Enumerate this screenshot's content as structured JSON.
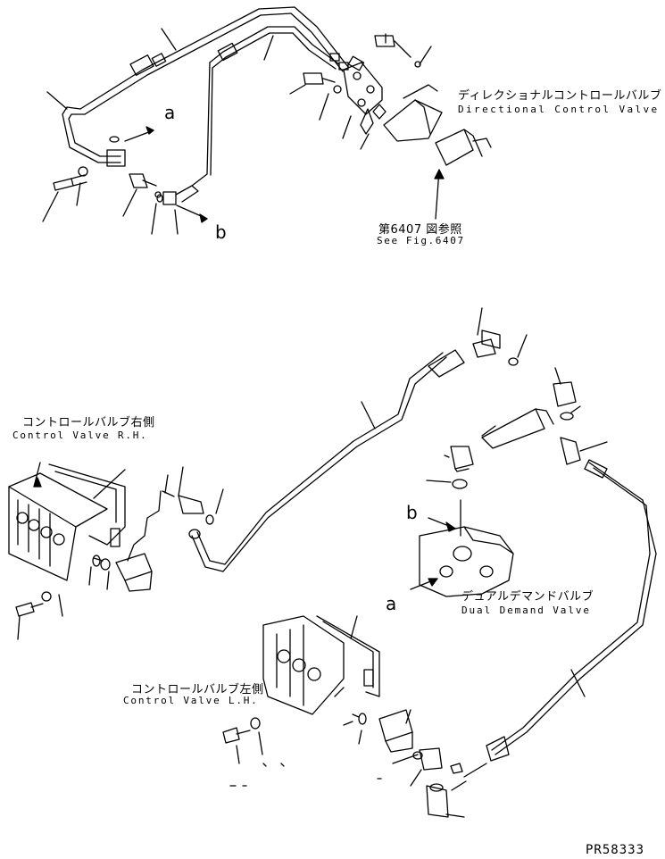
{
  "labels": {
    "directional_valve_jp": "ディレクショナルコントロールバルブ",
    "directional_valve_en": "Directional Control Valve",
    "see_fig_jp": "第6407 図参照",
    "see_fig_en": "See Fig.6407",
    "control_valve_rh_jp": "コントロールバルブ右側",
    "control_valve_rh_en": "Control Valve R.H.",
    "control_valve_lh_jp": "コントロールバルブ左側",
    "control_valve_lh_en": "Control Valve L.H.",
    "dual_demand_jp": "デュアルデマンドバルブ",
    "dual_demand_en": "Dual Demand Valve",
    "ref_a": "a",
    "ref_b": "b",
    "drawing_code": "PR58333"
  },
  "colors": {
    "ink": "#000000",
    "paper": "#ffffff"
  }
}
